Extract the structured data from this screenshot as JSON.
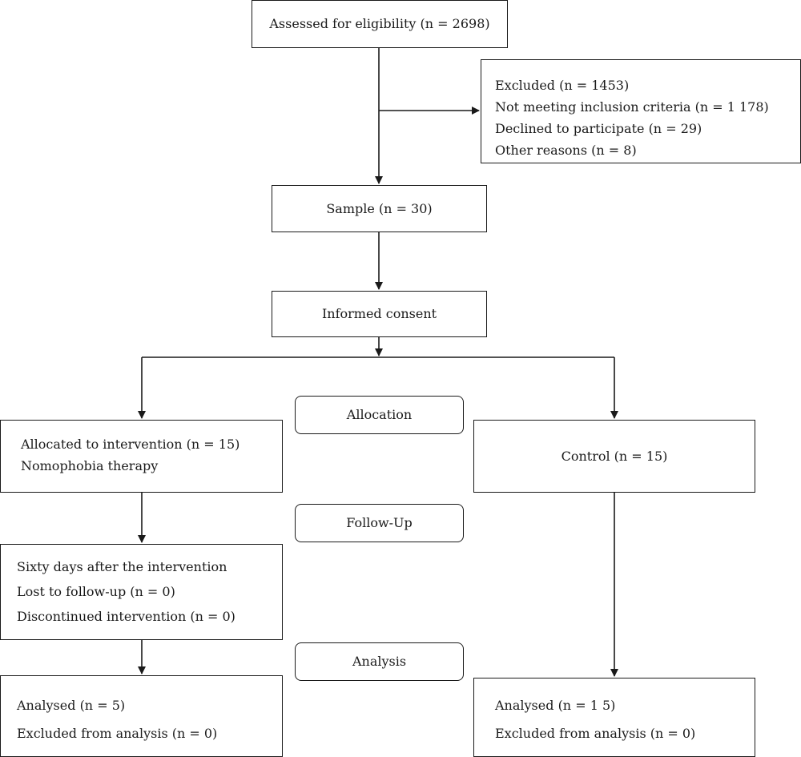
{
  "boxes": {
    "assessed": "Assessed for eligibility (n = 2698)",
    "excluded": [
      "Excluded (n = 1453)",
      "Not meeting inclusion criteria (n = 1 178)",
      "Declined to participate (n = 29)",
      "Other reasons (n = 8)"
    ],
    "sample": "Sample (n = 30)",
    "consent": "Informed consent",
    "intervention": [
      "Allocated to intervention (n = 15)",
      "Nomophobia therapy"
    ],
    "control": "Control (n = 15)",
    "followup_box": [
      "Sixty days after the intervention",
      "Lost to follow-up (n = 0)",
      "Discontinued intervention (n = 0)"
    ],
    "analysed_left": [
      "Analysed (n = 5)",
      "Excluded from analysis (n = 0)"
    ],
    "analysed_right": [
      "Analysed (n = 1 5)",
      "Excluded from analysis (n = 0)"
    ]
  },
  "stages": {
    "allocation": "Allocation",
    "followup": "Follow-Up",
    "analysis": "Analysis"
  }
}
